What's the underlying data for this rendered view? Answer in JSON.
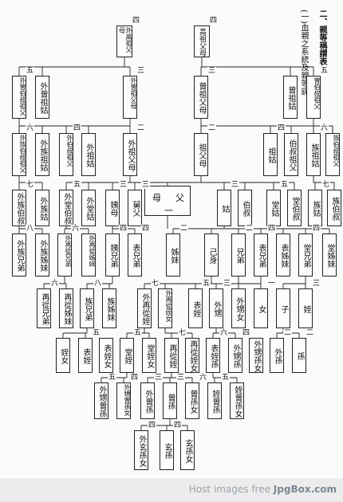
{
  "header": {
    "right_title": "二、親等稱謂表",
    "left_title": "(一)血親之系統及親等調"
  },
  "center": {
    "father": "父",
    "mother": "母",
    "degree": "一"
  },
  "nodes": [
    {
      "id": "n1",
      "text": "外高祖父母",
      "deg": "四"
    },
    {
      "id": "n2",
      "text": "高祖父母",
      "deg": "四"
    },
    {
      "id": "n3",
      "text": "外曾伯叔祖父",
      "deg": "五"
    },
    {
      "id": "n4",
      "text": "外曾祖姑",
      "deg": ""
    },
    {
      "id": "n5",
      "text": "外曾祖父母",
      "deg": "三"
    },
    {
      "id": "n6",
      "text": "曾祖父母",
      "deg": "三"
    },
    {
      "id": "n7",
      "text": "曾祖姑",
      "deg": ""
    },
    {
      "id": "n8",
      "text": "曾伯叔祖父",
      "deg": "五"
    },
    {
      "id": "n9",
      "text": "外族伯叔祖父",
      "deg": "六"
    },
    {
      "id": "n10",
      "text": "外族祖姑",
      "deg": ""
    },
    {
      "id": "n11",
      "text": "外伯叔祖父",
      "deg": "四"
    },
    {
      "id": "n12",
      "text": "外祖姑",
      "deg": ""
    },
    {
      "id": "n13",
      "text": "外祖父母",
      "deg": "二"
    },
    {
      "id": "n14",
      "text": "祖父母",
      "deg": "二"
    },
    {
      "id": "n15",
      "text": "祖姑",
      "deg": "四"
    },
    {
      "id": "n16",
      "text": "伯叔祖父",
      "deg": ""
    },
    {
      "id": "n17",
      "text": "族祖姑",
      "deg": "六"
    },
    {
      "id": "n18",
      "text": "族伯叔祖父",
      "deg": ""
    },
    {
      "id": "n19",
      "text": "外族伯叔",
      "deg": "七"
    },
    {
      "id": "n20",
      "text": "外族姑",
      "deg": ""
    },
    {
      "id": "n21",
      "text": "外堂伯叔",
      "deg": "五"
    },
    {
      "id": "n22",
      "text": "外堂姑",
      "deg": ""
    },
    {
      "id": "n23",
      "text": "姨母",
      "deg": "三"
    },
    {
      "id": "n24",
      "text": "舅父",
      "deg": "三"
    },
    {
      "id": "n25",
      "text": "姑",
      "deg": "三"
    },
    {
      "id": "n26",
      "text": "伯叔",
      "deg": ""
    },
    {
      "id": "n27",
      "text": "堂姑",
      "deg": "五"
    },
    {
      "id": "n28",
      "text": "堂伯叔",
      "deg": ""
    },
    {
      "id": "n29",
      "text": "族姑",
      "deg": "七"
    },
    {
      "id": "n30",
      "text": "族伯叔",
      "deg": ""
    },
    {
      "id": "n31",
      "text": "外族兄弟",
      "deg": "八"
    },
    {
      "id": "n32",
      "text": "外族姊妹",
      "deg": ""
    },
    {
      "id": "n33",
      "text": "外再從兄弟",
      "deg": "六"
    },
    {
      "id": "n34",
      "text": "外再從姊妹",
      "deg": ""
    },
    {
      "id": "n35",
      "text": "姨兄弟",
      "deg": "四"
    },
    {
      "id": "n36",
      "text": "表兄弟",
      "deg": "四"
    },
    {
      "id": "n37",
      "text": "姊妹",
      "deg": "二"
    },
    {
      "id": "n38",
      "text": "己身",
      "deg": ""
    },
    {
      "id": "n39",
      "text": "兄弟",
      "deg": "二"
    },
    {
      "id": "n40",
      "text": "表兄弟",
      "deg": "四"
    },
    {
      "id": "n41",
      "text": "表姊妹",
      "deg": ""
    },
    {
      "id": "n42",
      "text": "堂兄弟",
      "deg": "四"
    },
    {
      "id": "n43",
      "text": "堂姊妹",
      "deg": ""
    },
    {
      "id": "n44",
      "text": "再從兄弟",
      "deg": "六"
    },
    {
      "id": "n45",
      "text": "再從姊妹",
      "deg": ""
    },
    {
      "id": "n46",
      "text": "族兄弟",
      "deg": "八"
    },
    {
      "id": "n47",
      "text": "族姊妹",
      "deg": ""
    },
    {
      "id": "n48",
      "text": "外再從姪",
      "deg": "七"
    },
    {
      "id": "n49",
      "text": "外再從姪女",
      "deg": ""
    },
    {
      "id": "n50",
      "text": "表姪",
      "deg": "五"
    },
    {
      "id": "n51",
      "text": "外甥",
      "deg": "三"
    },
    {
      "id": "n52",
      "text": "外甥女",
      "deg": ""
    },
    {
      "id": "n53",
      "text": "女",
      "deg": "一"
    },
    {
      "id": "n54",
      "text": "子",
      "deg": ""
    },
    {
      "id": "n55",
      "text": "姪",
      "deg": "三"
    },
    {
      "id": "n56",
      "text": "姪女",
      "deg": ""
    },
    {
      "id": "n57",
      "text": "表姪",
      "deg": "五"
    },
    {
      "id": "n58",
      "text": "表姪女",
      "deg": ""
    },
    {
      "id": "n59",
      "text": "堂姪",
      "deg": "五"
    },
    {
      "id": "n60",
      "text": "堂姪女",
      "deg": ""
    },
    {
      "id": "n61",
      "text": "再從姪",
      "deg": "七"
    },
    {
      "id": "n62",
      "text": "再從姪女",
      "deg": ""
    },
    {
      "id": "n63",
      "text": "表姪孫",
      "deg": "六"
    },
    {
      "id": "n64",
      "text": "外甥孫",
      "deg": "四"
    },
    {
      "id": "n65",
      "text": "外甥孫女",
      "deg": ""
    },
    {
      "id": "n66",
      "text": "外孫",
      "deg": "二"
    },
    {
      "id": "n67",
      "text": "孫",
      "deg": "二"
    },
    {
      "id": "n68",
      "text": "孫女",
      "deg": ""
    },
    {
      "id": "n69",
      "text": "姪孫",
      "deg": "四"
    },
    {
      "id": "n70",
      "text": "姪孫女",
      "deg": ""
    },
    {
      "id": "n71",
      "text": "表姪孫女",
      "deg": "六"
    },
    {
      "id": "n72",
      "text": "堂姪孫",
      "deg": "六"
    },
    {
      "id": "n73",
      "text": "堂姪孫女",
      "deg": ""
    },
    {
      "id": "n74",
      "text": "外甥曾孫",
      "deg": "五"
    },
    {
      "id": "n75",
      "text": "外甥曾孫女",
      "deg": ""
    },
    {
      "id": "n76",
      "text": "外曾孫",
      "deg": "三"
    },
    {
      "id": "n77",
      "text": "曾孫",
      "deg": "三"
    },
    {
      "id": "n78",
      "text": "曾孫女",
      "deg": ""
    },
    {
      "id": "n79",
      "text": "姪曾孫",
      "deg": "五"
    },
    {
      "id": "n80",
      "text": "姪曾孫女",
      "deg": ""
    },
    {
      "id": "n81",
      "text": "外玄孫女",
      "deg": "四"
    },
    {
      "id": "n82",
      "text": "玄孫",
      "deg": "四"
    },
    {
      "id": "n83",
      "text": "玄孫女",
      "deg": ""
    }
  ],
  "footer": {
    "prefix": "Host images free ",
    "brand": "JpgBox.com"
  }
}
